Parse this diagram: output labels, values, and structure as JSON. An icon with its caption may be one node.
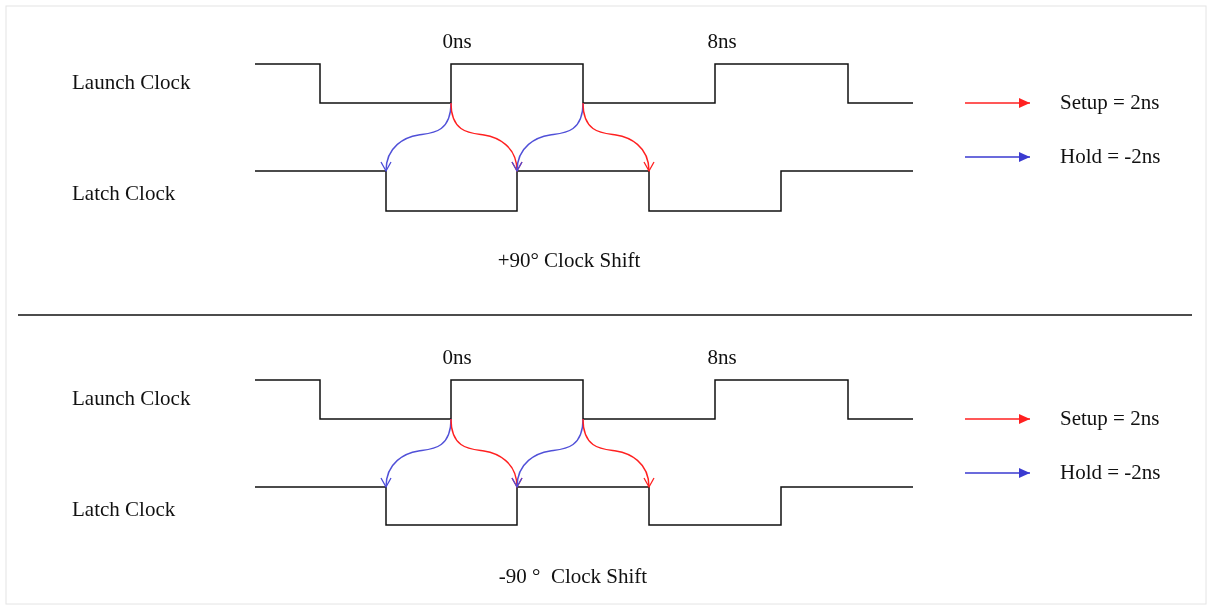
{
  "diagram": {
    "labels": [
      "0ns",
      "8ns",
      "Launch Clock",
      "Latch Clock",
      "+90° Clock Shift",
      "0ns",
      "8ns",
      "Launch Clock",
      "Latch Clock",
      "-90 °  Clock Shift"
    ],
    "legend": [
      {
        "text": "Setup = 2ns"
      },
      {
        "text": "Hold = -2ns"
      },
      {
        "text": "Setup = 2ns"
      },
      {
        "text": "Hold = -2ns"
      }
    ]
  }
}
